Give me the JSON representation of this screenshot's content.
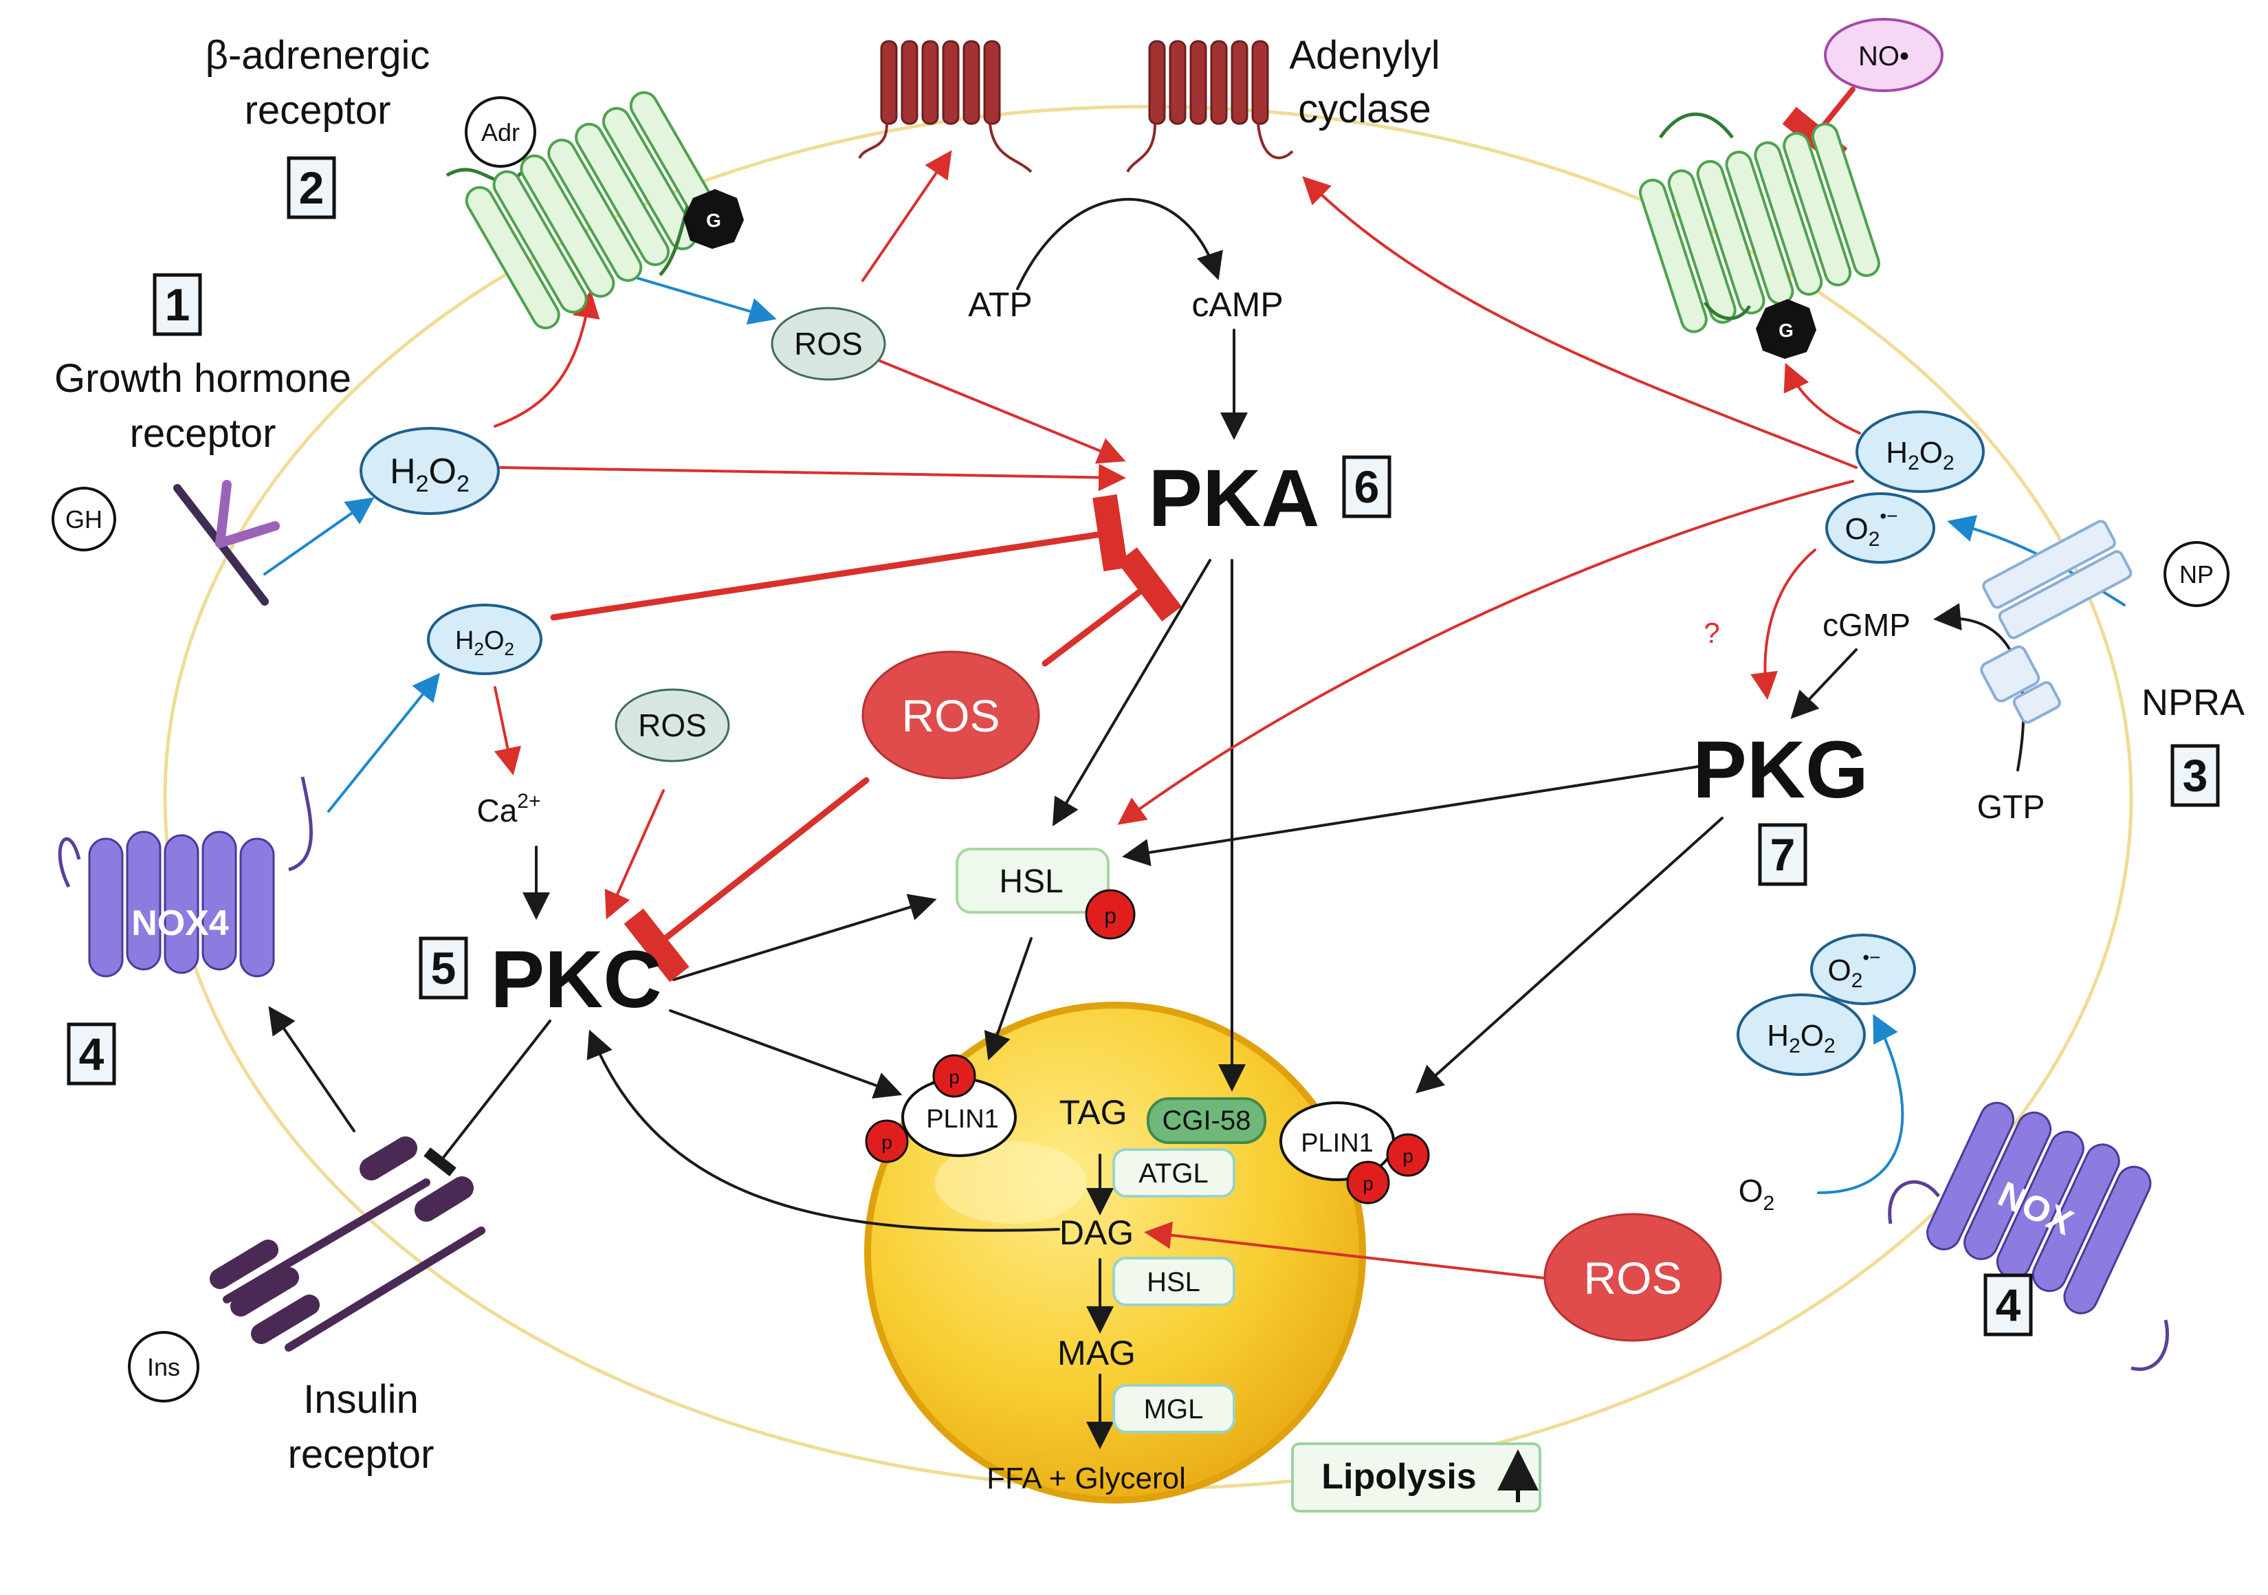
{
  "labels": {
    "beta_receptor_line1": "β-adrenergic",
    "beta_receptor_line2": "receptor",
    "adenylyl_line1": "Adenylyl",
    "adenylyl_line2": "cyclase",
    "gh_receptor_line1": "Growth hormone",
    "gh_receptor_line2": "receptor",
    "insulin_line1": "Insulin",
    "insulin_line2": "receptor",
    "npra": "NPRA",
    "atp": "ATP",
    "camp": "cAMP",
    "cgmp": "cGMP",
    "gtp": "GTP",
    "ca": "Ca",
    "ca_sup": "2+",
    "o2": "O",
    "o2_sub": "2",
    "question": "?",
    "ffa_glycerol": "FFA + Glycerol",
    "lipolysis": "Lipolysis"
  },
  "ligands": {
    "adr": "Adr",
    "gh": "GH",
    "ins": "Ins",
    "np": "NP",
    "no": "NO•",
    "g_protein": "G"
  },
  "kinases": {
    "pka": "PKA",
    "pkc": "PKC",
    "pkg": "PKG"
  },
  "ros": {
    "small": "ROS",
    "large": "ROS"
  },
  "h2o2": {
    "h": "H",
    "sub": "2",
    "o": "O"
  },
  "superoxide": {
    "o": "O",
    "sub": "2",
    "sup": "•−"
  },
  "enzymes": {
    "hsl": "HSL",
    "plin1": "PLIN1",
    "cgi58": "CGI-58",
    "atgl": "ATGL",
    "mgl": "MGL",
    "nox4": "NOX4",
    "nox": "NOX",
    "phospho": "p"
  },
  "lipids": {
    "tag": "TAG",
    "dag": "DAG",
    "mag": "MAG"
  },
  "numbers": [
    "1",
    "2",
    "3",
    "4",
    "5",
    "6",
    "7"
  ],
  "colors": {
    "inhibit_red": "#d9302c",
    "activate_black": "#1a1a1a",
    "produce_blue": "#1c87cc",
    "cell_membrane": "#f0dc96",
    "lipid_droplet": "#f7c92e",
    "ros_large": "#e04b4b",
    "ros_small": "#d8e6e0",
    "h2o2_fill": "#d6ecf8",
    "receptor_green": "#4fa24f",
    "nox_purple": "#7b68d8",
    "insulin_purple": "#4a2a55",
    "adenylyl_red": "#8c2a2a"
  }
}
